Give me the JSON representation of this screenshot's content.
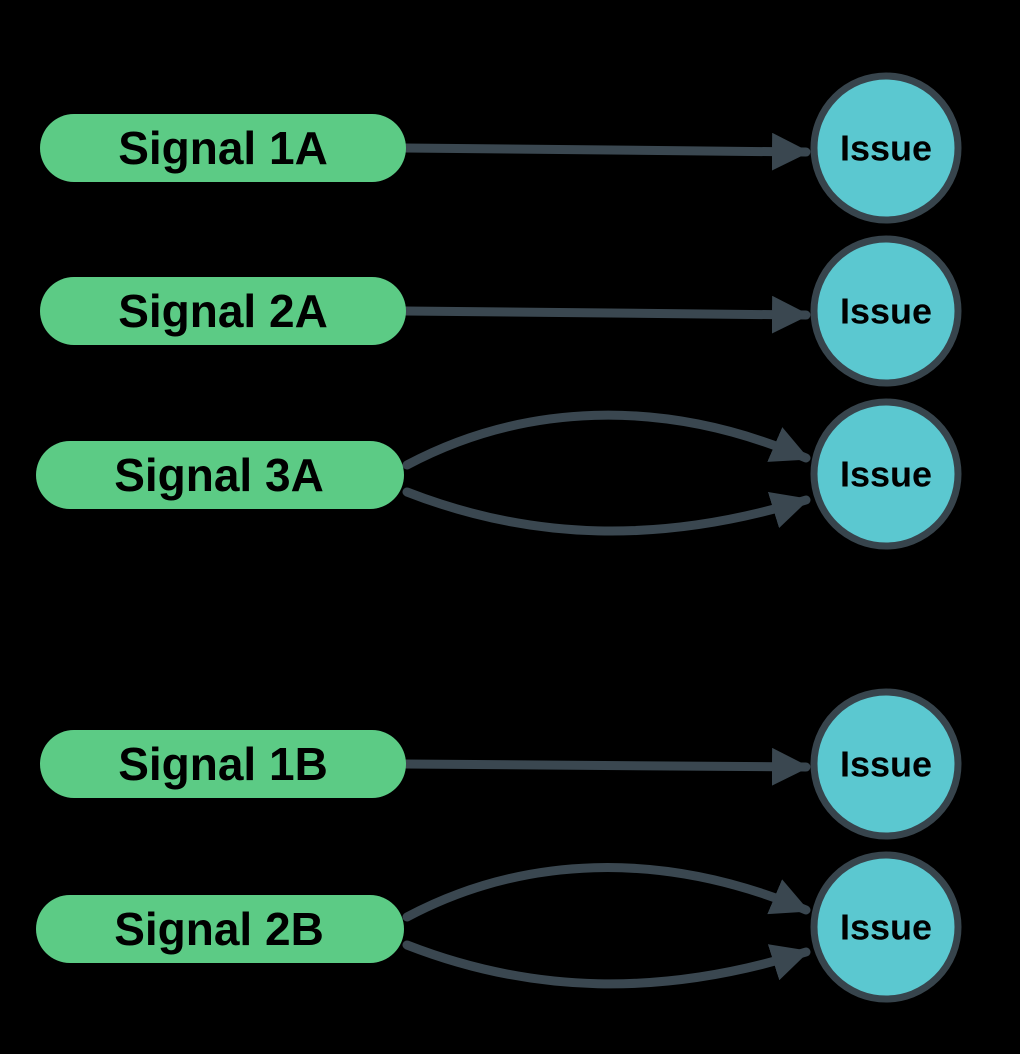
{
  "colors": {
    "background": "#000000",
    "signal_fill": "#5CCB85",
    "issue_fill": "#5BC8D0",
    "issue_stroke": "#37444C",
    "connector": "#3A4750",
    "text": "#000000"
  },
  "groups": [
    {
      "signals": [
        {
          "label": "Signal 1A",
          "issue_label": "Issue",
          "connections": 1
        },
        {
          "label": "Signal 2A",
          "issue_label": "Issue",
          "connections": 1
        },
        {
          "label": "Signal 3A",
          "issue_label": "Issue",
          "connections": 2
        }
      ]
    },
    {
      "signals": [
        {
          "label": "Signal 1B",
          "issue_label": "Issue",
          "connections": 1
        },
        {
          "label": "Signal 2B",
          "issue_label": "Issue",
          "connections": 2
        }
      ]
    }
  ]
}
